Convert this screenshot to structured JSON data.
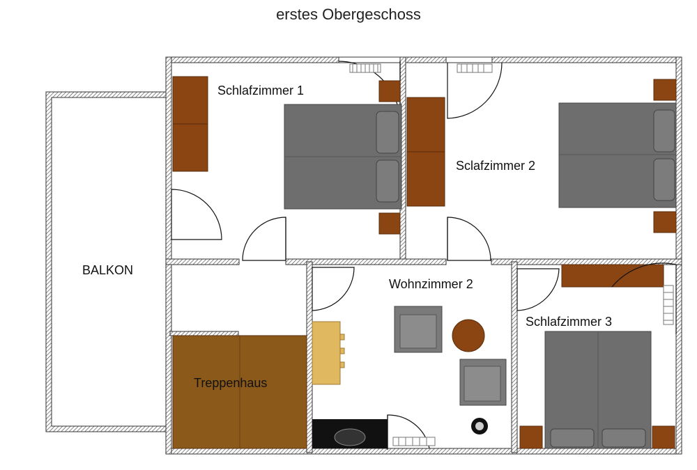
{
  "title": "erstes Obergeschoss",
  "rooms": {
    "bedroom1": "Schlafzimmer 1",
    "bedroom2": "Sclafzimmer 2",
    "bedroom3": "Schlafzimmer 3",
    "living": "Wohnzimmer 2",
    "stairs": "Treppenhaus",
    "balcony": "BALKON"
  },
  "colors": {
    "wall": "#7f7f7f",
    "wood": "#8b4513",
    "bed": "#6e6e6e",
    "table": "#e0b860",
    "stairs": "#8b5a1a"
  }
}
